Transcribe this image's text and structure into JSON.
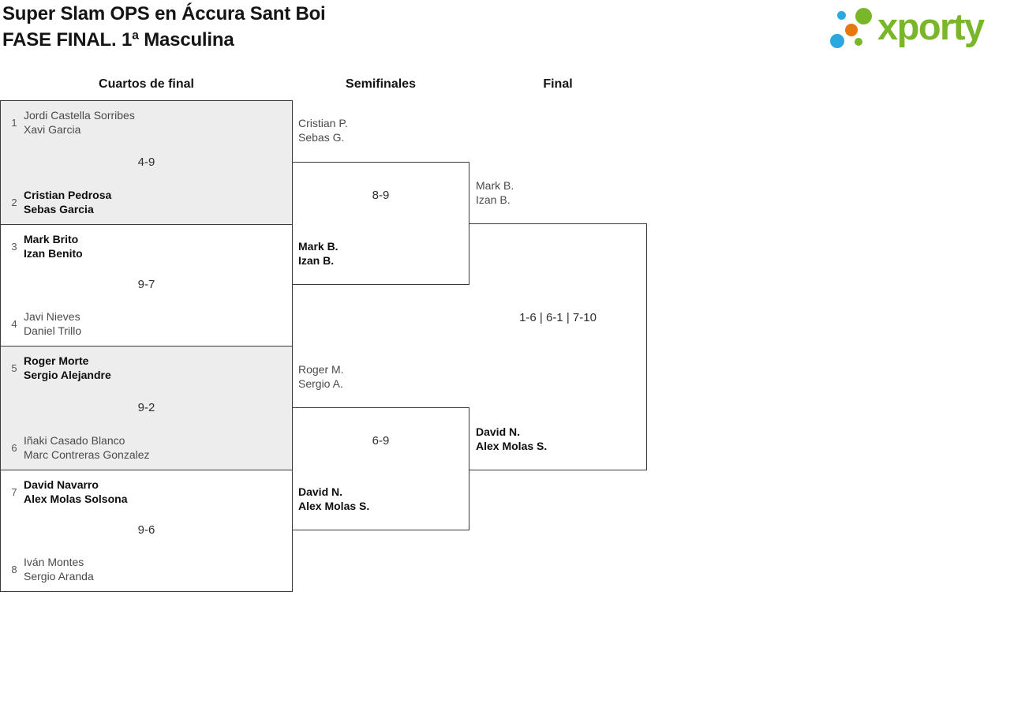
{
  "header": {
    "title_line1": "Super Slam OPS en Áccura Sant Boi",
    "title_line2": "FASE FINAL. 1ª Masculina"
  },
  "logo": {
    "text": "xporty"
  },
  "colors": {
    "logo_green": "#7ab629",
    "logo_blue": "#29a9e0",
    "logo_orange": "#e8770e",
    "match_shaded_bg": "#ededed",
    "bracket_border": "#3a3a3a"
  },
  "round_headers": {
    "quarterfinals": "Cuartos de final",
    "semifinals": "Semifinales",
    "final": "Final"
  },
  "bracket": {
    "quarterfinals": [
      {
        "top": {
          "seed": "1",
          "player1": "Jordi Castella Sorribes",
          "player2": "Xavi Garcia",
          "winner": false
        },
        "score": "4-9",
        "bottom": {
          "seed": "2",
          "player1": "Cristian Pedrosa",
          "player2": "Sebas Garcia",
          "winner": true
        }
      },
      {
        "top": {
          "seed": "3",
          "player1": "Mark Brito",
          "player2": "Izan Benito",
          "winner": true
        },
        "score": "9-7",
        "bottom": {
          "seed": "4",
          "player1": "Javi Nieves",
          "player2": "Daniel Trillo",
          "winner": false
        }
      },
      {
        "top": {
          "seed": "5",
          "player1": "Roger Morte",
          "player2": "Sergio Alejandre",
          "winner": true
        },
        "score": "9-2",
        "bottom": {
          "seed": "6",
          "player1": "Iñaki Casado Blanco",
          "player2": "Marc Contreras Gonzalez",
          "winner": false
        }
      },
      {
        "top": {
          "seed": "7",
          "player1": "David Navarro",
          "player2": "Alex Molas Solsona",
          "winner": true
        },
        "score": "9-6",
        "bottom": {
          "seed": "8",
          "player1": "Iván Montes",
          "player2": "Sergio Aranda",
          "winner": false
        }
      }
    ],
    "semifinals": [
      {
        "top": {
          "player1": "Cristian P.",
          "player2": "Sebas G.",
          "winner": false
        },
        "score": "8-9",
        "bottom": {
          "player1": "Mark B.",
          "player2": "Izan B.",
          "winner": true
        }
      },
      {
        "top": {
          "player1": "Roger M.",
          "player2": "Sergio A.",
          "winner": false
        },
        "score": "6-9",
        "bottom": {
          "player1": "David N.",
          "player2": "Alex Molas S.",
          "winner": true
        }
      }
    ],
    "final": {
      "top": {
        "player1": "Mark B.",
        "player2": "Izan B.",
        "winner": false
      },
      "score": "1-6 | 6-1 | 7-10",
      "bottom": {
        "player1": "David N.",
        "player2": "Alex Molas S.",
        "winner": true
      }
    }
  }
}
